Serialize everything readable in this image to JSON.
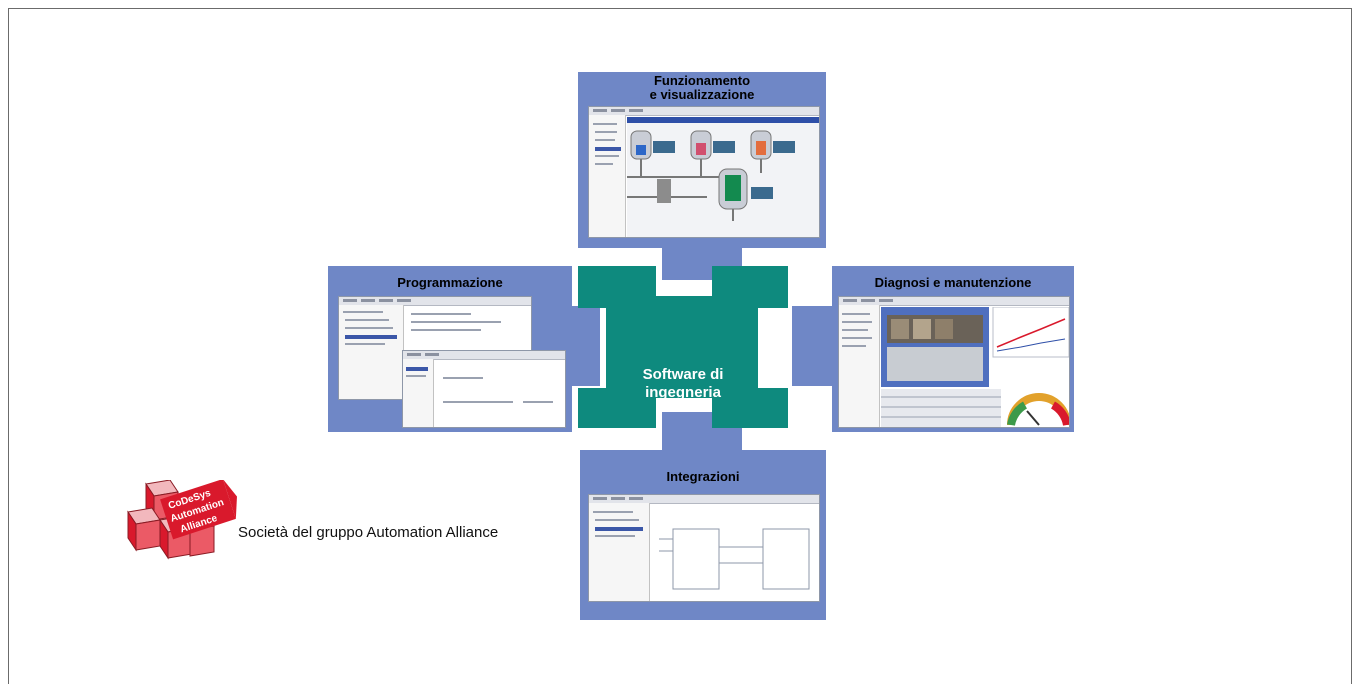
{
  "center": {
    "line1": "Software di",
    "line2": "ingegneria"
  },
  "panels": {
    "top": {
      "title_line1": "Funzionamento",
      "title_line2": "e visualizzazione"
    },
    "left": {
      "title": "Programmazione"
    },
    "right": {
      "title": "Diagnosi e manutenzione"
    },
    "bottom": {
      "title": "Integrazioni"
    }
  },
  "logo": {
    "badge_lines": [
      "CoDeSys",
      "Automation",
      "Alliance"
    ],
    "caption": "Società del gruppo Automation Alliance"
  },
  "colors": {
    "panel_blue": "#6f87c6",
    "center_teal": "#0e8a7e",
    "logo_red": "#d9192c"
  }
}
